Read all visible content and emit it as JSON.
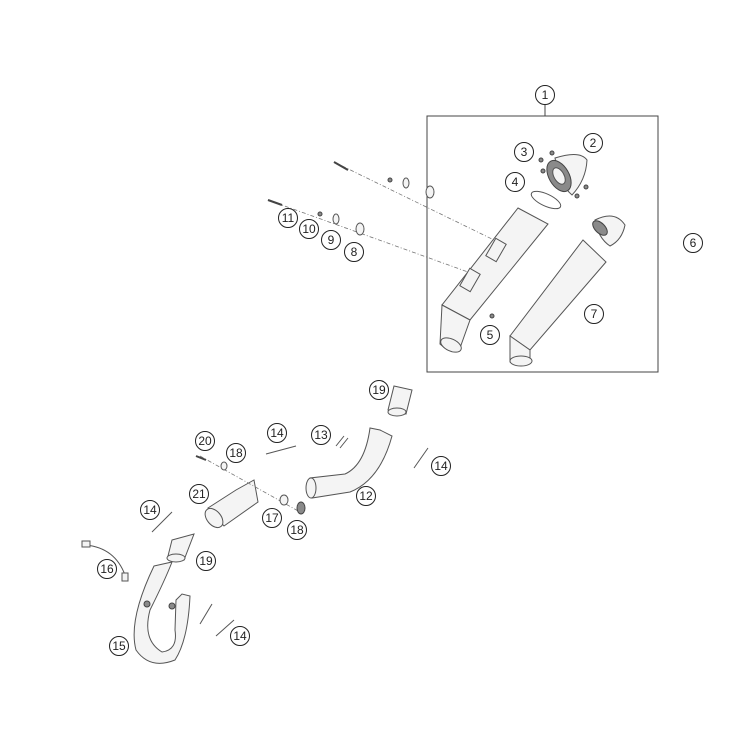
{
  "diagram": {
    "type": "exploded parts diagram",
    "callouts": [
      "1",
      "2",
      "3",
      "4",
      "5",
      "6",
      "7",
      "8",
      "9",
      "10",
      "11",
      "12",
      "13",
      "14",
      "14",
      "14",
      "14",
      "15",
      "16",
      "17",
      "18",
      "18",
      "19",
      "19",
      "20",
      "21"
    ]
  }
}
